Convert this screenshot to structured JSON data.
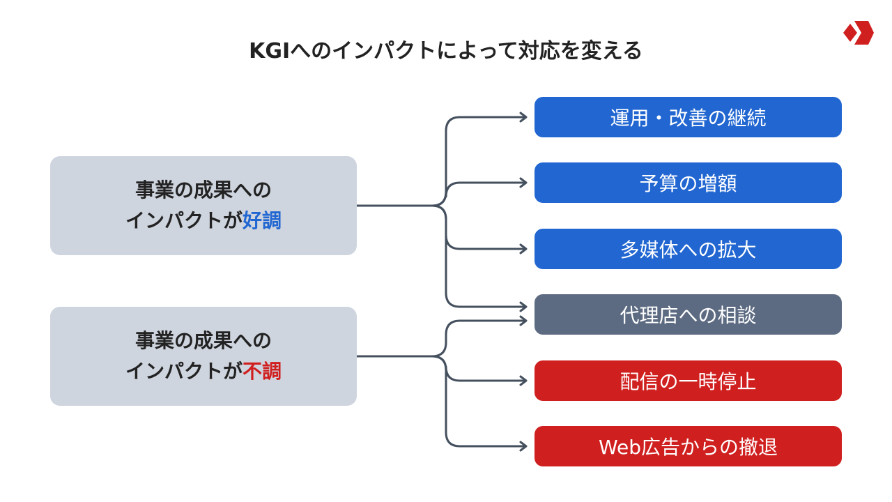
{
  "title": "KGIへのインパクトによって対応を変える",
  "colors": {
    "good": "#2166d1",
    "neutral": "#5c6b82",
    "bad": "#d01f1f",
    "source_bg": "#cfd5df",
    "connector": "#45505e"
  },
  "logo": {
    "icon": "brand-chevron-logo-icon"
  },
  "sources": [
    {
      "line1": "事業の成果への",
      "line2_prefix": "インパクトが",
      "line2_emphasis": "好調"
    },
    {
      "line1": "事業の成果への",
      "line2_prefix": "インパクトが",
      "line2_emphasis": "不調"
    }
  ],
  "actions": [
    {
      "label": "運用・改善の継続",
      "tone": "good"
    },
    {
      "label": "予算の増額",
      "tone": "good"
    },
    {
      "label": "多媒体への拡大",
      "tone": "good"
    },
    {
      "label": "代理店への相談",
      "tone": "neutral"
    },
    {
      "label": "配信の一時停止",
      "tone": "bad"
    },
    {
      "label": "Web広告からの撤退",
      "tone": "bad"
    }
  ],
  "links": [
    {
      "from": 0,
      "to": [
        0,
        1,
        2,
        3
      ]
    },
    {
      "from": 1,
      "to": [
        3,
        4,
        5
      ]
    }
  ]
}
